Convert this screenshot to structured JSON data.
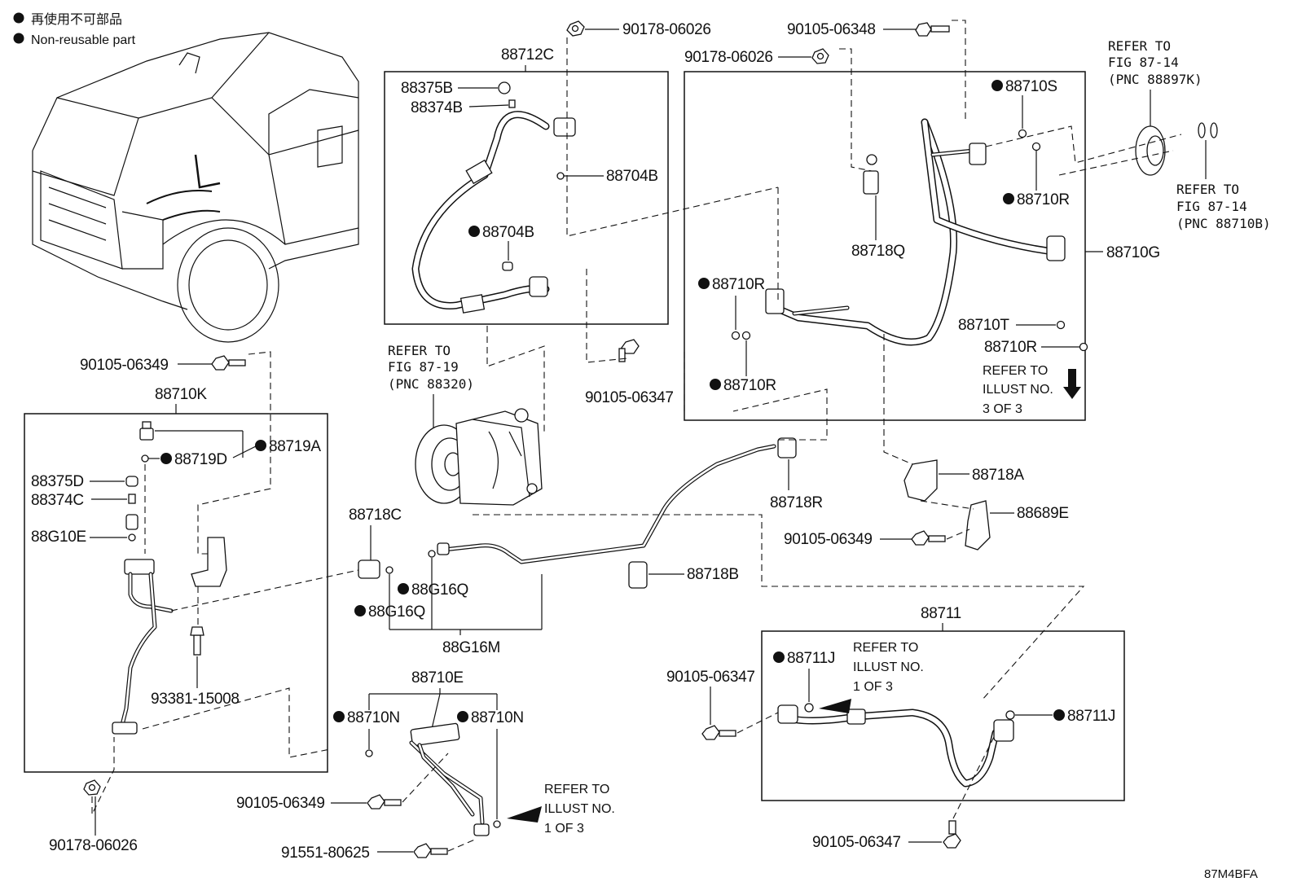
{
  "legend": {
    "line_ja": "再使用不可部品",
    "line_en": "Non-reusable part",
    "bullet": "●"
  },
  "footer_code": "87M4BFA",
  "callouts": {
    "p90178_06026_top": "90178-06026",
    "p88712C": "88712C",
    "p88375B": "88375B",
    "p88374B": "88374B",
    "p88704B_a": "88704B",
    "p88704B_b": "88704B",
    "p90105_06348": "90105-06348",
    "p90178_06026_mid": "90178-06026",
    "p88710S": "88710S",
    "p88710R_a": "88710R",
    "p88718Q": "88718Q",
    "p88710G": "88710G",
    "p88710R_b": "88710R",
    "p88710R_c": "88710R",
    "p88710T": "88710T",
    "p88710R_d": "88710R",
    "p90105_06347_a": "90105-06347",
    "p90105_06349_a": "90105-06349",
    "p88710K": "88710K",
    "p88719A": "88719A",
    "p88719D": "88719D",
    "p88375D": "88375D",
    "p88374C": "88374C",
    "p88G10E": "88G10E",
    "p93381_15008": "93381-15008",
    "p90178_06026_bottom": "90178-06026",
    "p88718C": "88718C",
    "p88G16Q_a": "88G16Q",
    "p88G16Q_b": "88G16Q",
    "p88G16M": "88G16M",
    "p88718R": "88718R",
    "p88718A": "88718A",
    "p88689E": "88689E",
    "p90105_06349_b": "90105-06349",
    "p88718B": "88718B",
    "p88711": "88711",
    "p88711J_a": "88711J",
    "p88711J_b": "88711J",
    "p90105_06347_b": "90105-06347",
    "p90105_06347_c": "90105-06347",
    "p88710E": "88710E",
    "p88710N_a": "88710N",
    "p88710N_b": "88710N",
    "p90105_06349_c": "90105-06349",
    "p91551_80625": "91551-80625"
  },
  "references": {
    "fig_87_14_top": {
      "l1": "REFER TO",
      "l2": "FIG 87-14",
      "l3": "(PNC 88897K)"
    },
    "fig_87_14_side": {
      "l1": "REFER TO",
      "l2": "FIG 87-14",
      "l3": "(PNC 88710B)"
    },
    "fig_87_19": {
      "l1": "REFER TO",
      "l2": "FIG 87-19",
      "l3": "(PNC 88320)"
    },
    "illust_3of3": {
      "l1": "REFER TO",
      "l2": "ILLUST NO.",
      "l3": "3 OF 3"
    },
    "illust_1of3_a": {
      "l1": "REFER TO",
      "l2": "ILLUST NO.",
      "l3": "1 OF 3"
    },
    "illust_1of3_b": {
      "l1": "REFER TO",
      "l2": "ILLUST NO.",
      "l3": "1 OF 3"
    }
  }
}
